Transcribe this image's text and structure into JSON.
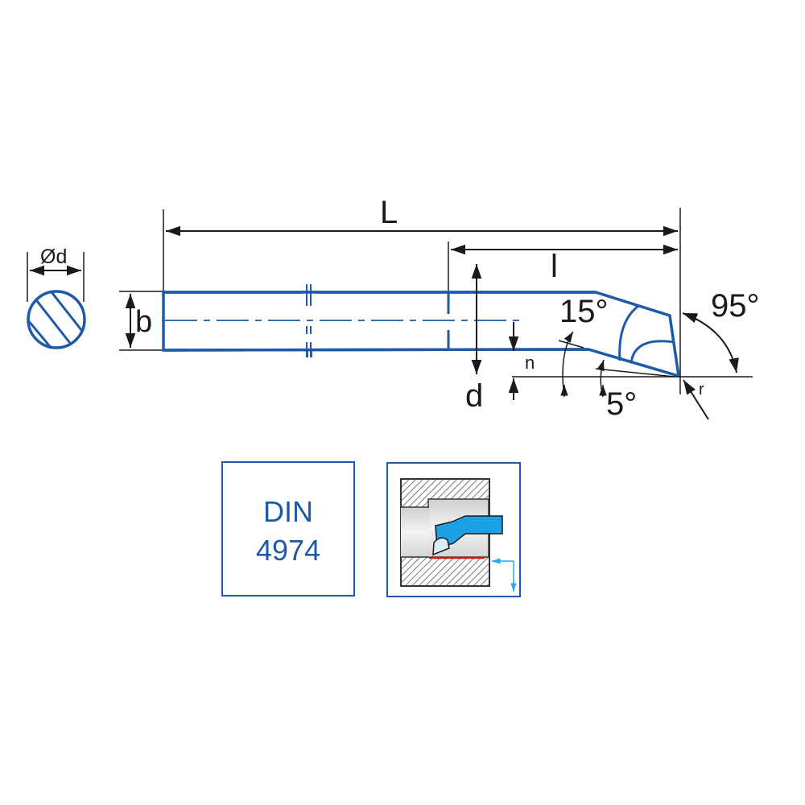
{
  "labels": {
    "overall_length": "L",
    "cutting_length": "l",
    "shank_diameter": "Ød",
    "height": "b",
    "min_bore": "d",
    "offset": "n",
    "radius": "r",
    "angle_approach": "95°",
    "angle_15": "15°",
    "angle_5": "5°"
  },
  "standard_box": {
    "line1": "DIN",
    "line2": "4974"
  },
  "colors": {
    "tool_outline": "#1e5aa8",
    "dimension": "#1a1a1a",
    "insert_fill": "#1ea0e6",
    "machined_surface": "#e01010",
    "feed_arrow": "#29a8e8"
  }
}
